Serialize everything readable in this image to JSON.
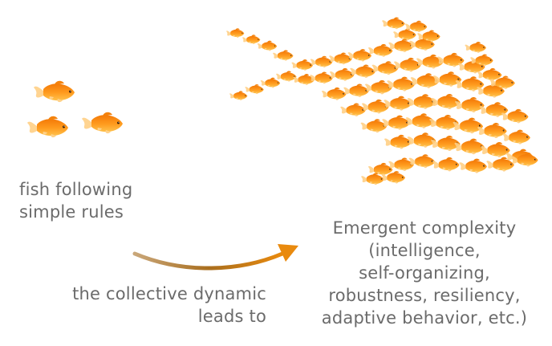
{
  "left_caption": {
    "lines": [
      "fish following",
      "simple rules"
    ]
  },
  "arrow_caption": {
    "lines": [
      "the collective dynamic",
      "leads to"
    ]
  },
  "emergent_caption": {
    "lines": [
      "Emergent complexity",
      "(intelligence,",
      "self-organizing,",
      "robustness, resiliency,",
      "adaptive behavior, etc.)"
    ]
  },
  "colors": {
    "text": "#6b6b6b",
    "fish_body": "#f0850e",
    "fish_belly": "#ffc04a",
    "fish_fin": "#ffe2b0",
    "arrow_start": "#c9a77a",
    "arrow_end": "#e98a0e"
  },
  "icons": {
    "small_fish": "goldfish-icon",
    "school": "fish-shaped-school-of-goldfish",
    "arrow": "curved-arrow-icon"
  }
}
